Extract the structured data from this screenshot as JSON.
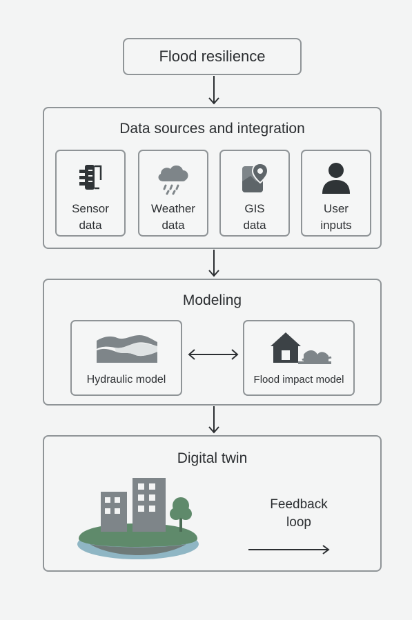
{
  "title": "Flood resilience",
  "data_sources": {
    "title": "Data sources and integration",
    "cards": [
      {
        "line1": "Sensor",
        "line2": "data",
        "icon": "sensor-icon"
      },
      {
        "line1": "Weather",
        "line2": "data",
        "icon": "rain-cloud-icon"
      },
      {
        "line1": "GIS",
        "line2": "data",
        "icon": "map-pin-icon"
      },
      {
        "line1": "User",
        "line2": "inputs",
        "icon": "user-icon"
      }
    ]
  },
  "modeling": {
    "title": "Modeling",
    "hydraulic": "Hydraulic model",
    "impact": "Flood impact model"
  },
  "digital_twin": {
    "title": "Digital twin",
    "feedback_line1": "Feedback",
    "feedback_line2": "loop"
  },
  "colors": {
    "border": "#8f9497",
    "icon_dark": "#3c4246",
    "icon_gray": "#7e8589",
    "green": "#5f8a6b",
    "water": "#8fb6c4"
  }
}
